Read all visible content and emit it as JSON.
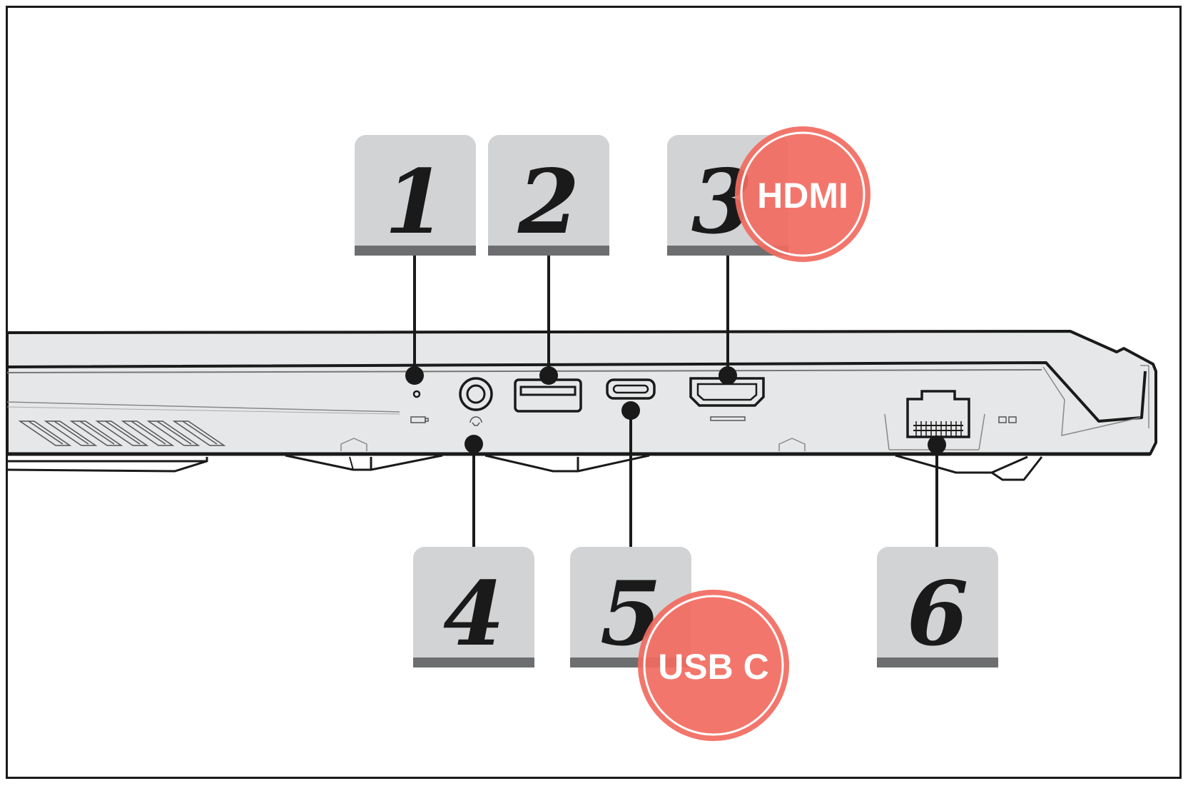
{
  "callouts": [
    {
      "number": "1"
    },
    {
      "number": "2"
    },
    {
      "number": "3"
    },
    {
      "number": "4"
    },
    {
      "number": "5"
    },
    {
      "number": "6"
    }
  ],
  "badges": {
    "hdmi": "HDMI",
    "usbc": "USB C"
  },
  "colors": {
    "callout_box": "#d2d3d5",
    "callout_bar": "#6d6e70",
    "badge": "#f26a60",
    "outline": "#1a1a1a",
    "chassis": "#e6e7e8"
  }
}
